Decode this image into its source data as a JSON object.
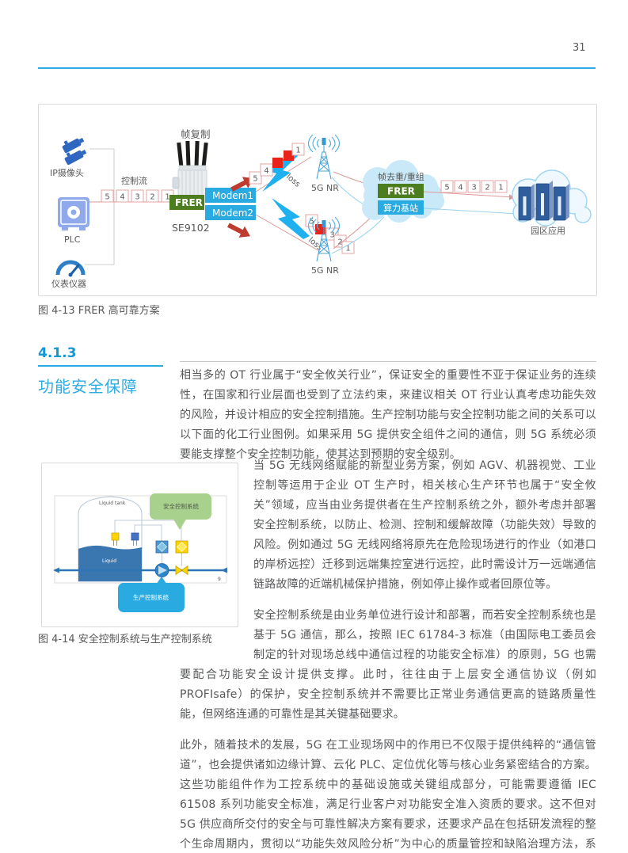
{
  "header": {
    "page_number": "31"
  },
  "fig1": {
    "caption": "图 4-13 FRER 高可靠方案",
    "frame_copy_label": "帧复制",
    "control_flow_label": "控制流",
    "camera_label": "IP摄像头",
    "plc_label": "PLC",
    "instrument_label": "仪表仪器",
    "frer_label": "FRER",
    "device_label": "SE9102",
    "modem1_label": "Modem1",
    "modem2_label": "Modem2",
    "loss_label": "loss",
    "nr_label": "5G NR",
    "dedup_label": "帧去重/重组",
    "compute_label": "算力基站",
    "campus_label": "园区应用",
    "pk": [
      "5",
      "4",
      "3",
      "2",
      "1"
    ]
  },
  "section": {
    "number": "4.1.3",
    "title": "功能安全保障"
  },
  "paragraphs": {
    "p1": "相当多的 OT 行业属于“安全攸关行业”，保证安全的重要性不亚于保证业务的连续性，在国家和行业层面也受到了立法约束，来建议相关 OT 行业认真考虑功能失效的风险，并设计相应的安全控制措施。生产控制功能与安全控制功能之间的关系可以以下面的化工行业图例。如果采用 5G 提供安全组件之间的通信，则 5G 系统必须要能支撑整个安全控制功能，使其达到预期的安全级别。",
    "p2": "当 5G 无线网络赋能的新型业务方案，例如 AGV、机器视觉、工业控制等运用于企业 OT 生产时，相关核心生产环节也属于“安全攸关”领域，应当由业务提供者在生产控制系统之外，额外考虑并部署安全控制系统，以防止、检测、控制和缓解故障（功能失效）导致的风险。例如通过 5G 无线网络将原先在危险现场进行的作业（如港口的岸桥远控）迁移到远端集控室进行远控，此时需设计万一远端通信链路故障的近端机械保护措施，例如停止操作或者回原位等。",
    "p3": "安全控制系统是由业务单位进行设计和部署，而若安全控制系统也是基于 5G 通信，那么，按照 IEC 61784-3 标准（由国际电工委员会制定的针对现场总线中通信过程的功能安全标准）的原则，5G 也需要配合功能安全设计提供支撑。此时，往往由于上层安全通信协议（例如 PROFIsafe）的保护，安全控制系统并不需要比正常业务通信更高的链路质量性能，但网络连通的可靠性是其关键基础要求。",
    "p4": "此外，随着技术的发展，5G 在工业现场网中的作用已不仅限于提供纯粹的“通信管道”，也会提供诸如边缘计算、云化 PLC、定位优化等与核心业务紧密结合的方案。这些功能组件作为工控系统中的基础设施或关键组成部分，可能需要遵循 IEC 61508 系列功能安全标准，满足行业客户对功能安全准入资质的要求。这不但对 5G 供应商所交付的安全与可靠性解决方案有要求，还要求产品在包括研发流程的整个生命周期内，贯彻以“功能失效风险分析”为中心的质量管控和缺陷治理方法，系统性地消除产品中潜在的软硬件缺陷，以达到工业级的安全置信度。"
  },
  "fig2": {
    "caption": "图 4-14 安全控制系统与生产控制系统",
    "tank_label": "Liquid tank",
    "liquid_label": "Liquid",
    "safety_label": "安全控制系统",
    "production_label": "生产控制系统",
    "corner_mark": "9"
  },
  "colors": {
    "accent_blue": "#29abe2",
    "frer_green": "#4c7d1f",
    "alert_red": "#e8231a",
    "server_navy": "#2f5e9e"
  },
  "icons": {
    "camera": "ip-camera-icon",
    "plc": "plc-safe-icon",
    "gauge": "meter-gauge-icon",
    "device": "antenna-unit-icon",
    "lightning": "radio-link-bolt-icon",
    "tower": "nr-tower-icon",
    "cloud": "cloud-icon",
    "servers": "server-stack-icon"
  }
}
